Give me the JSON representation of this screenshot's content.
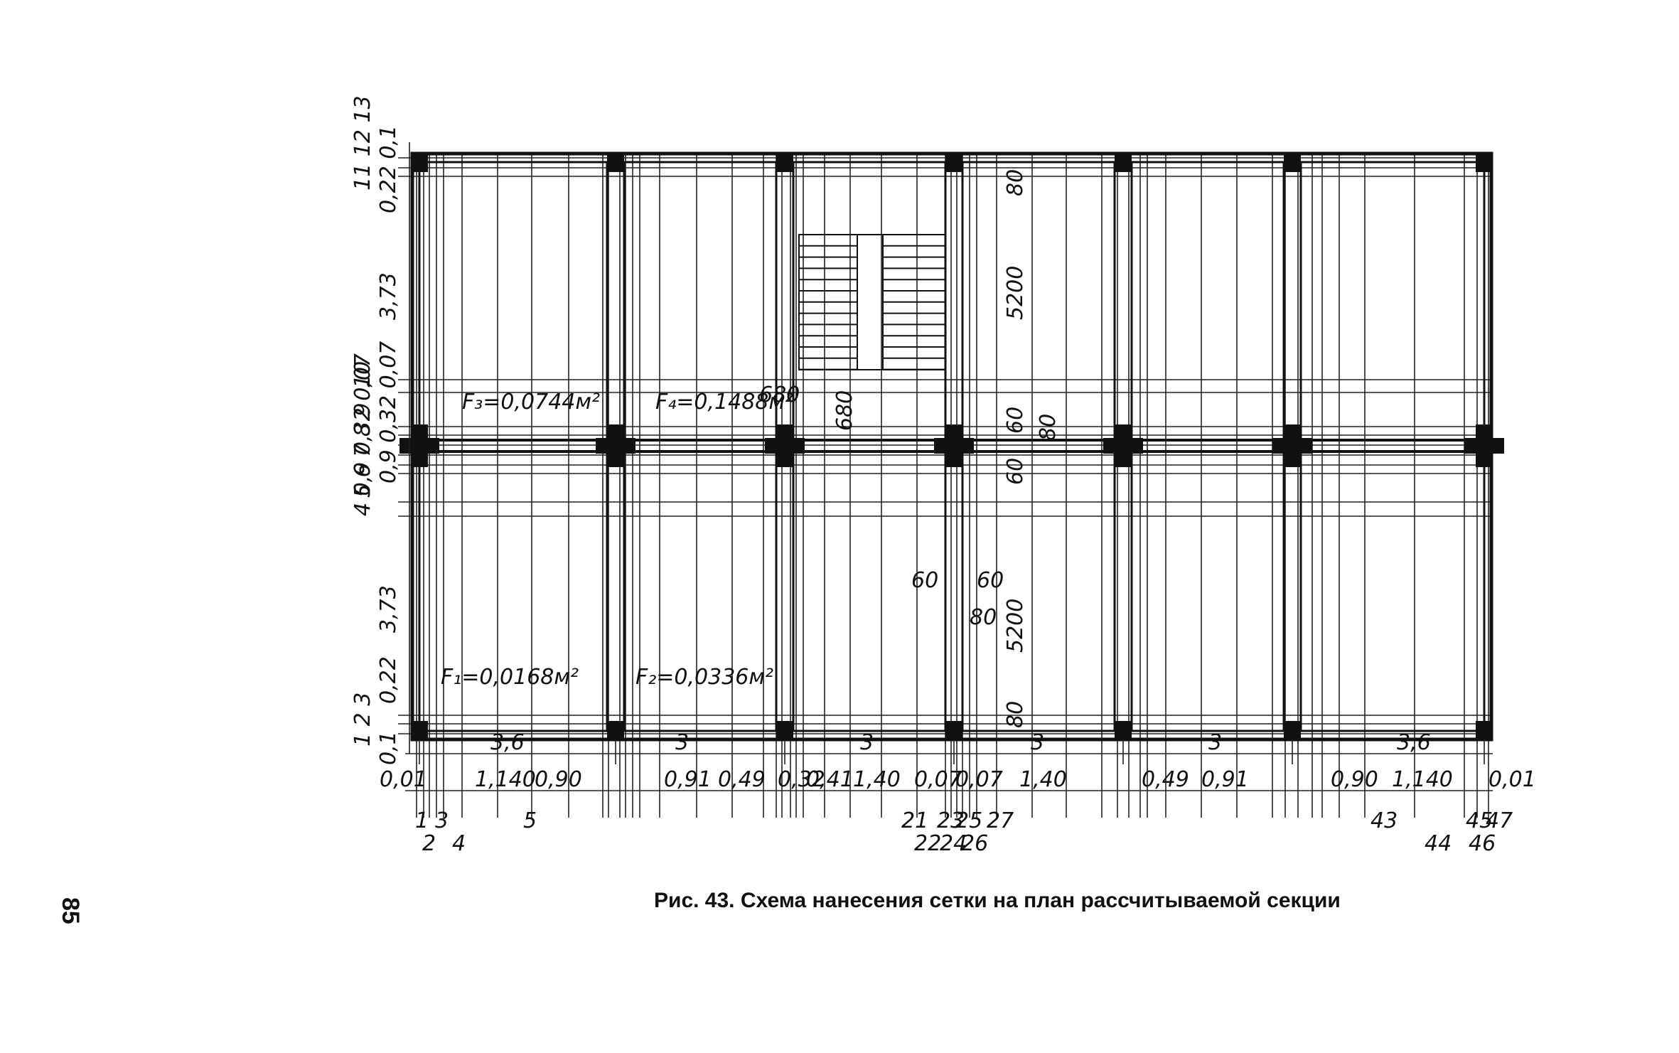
{
  "page_number": "85",
  "caption": "Рис. 43. Схема нанесения сетки на план рассчитываемой секции",
  "area_labels": {
    "f1": "F₁=0,0168м²",
    "f2": "F₂=0,0336м²",
    "f3": "F₃=0,0744м²",
    "f4": "F₄=0,1488м²"
  },
  "plan_dimensions": {
    "top_height": "5200",
    "bottom_height": "5200",
    "top_offset": "80",
    "bottom_offset": "80",
    "column_labels": [
      "60",
      "60",
      "80",
      "60",
      "60",
      "80"
    ],
    "inner_680_a": "680",
    "inner_680_b": "680"
  },
  "left_dimensions": {
    "upper_row_numbers": "11 12 13",
    "upper_small": "0,22  0,1",
    "upper_span": "3,73",
    "mid_number_10": "10",
    "mid_row_numbers": "5 6 7 8 9",
    "mid_small": "0,9 0,32 0,07",
    "mid_lower": "4 0,9 0,32 0,07",
    "lower_span": "3,73",
    "lower_small": "0,22",
    "lower_row_numbers": "1 2 3",
    "lower_edge": "0,1"
  },
  "bottom_spans": [
    "3,6",
    "3",
    "3",
    "3",
    "3",
    "3,6"
  ],
  "bottom_dims": [
    "0,01",
    "1,140",
    "0,90",
    "0,91",
    "0,49",
    "0,32",
    "0,41",
    "1,40",
    "0,07",
    "0,07",
    "1,40",
    "0,49",
    "0,91",
    "0,90",
    "1,140",
    "0,01"
  ],
  "grid_numbers_row1": [
    "1",
    "3",
    "5",
    "21",
    "23",
    "25",
    "27",
    "43",
    "45",
    "47"
  ],
  "grid_numbers_row2": [
    "2",
    "4",
    "22",
    "24",
    "26",
    "44",
    "46"
  ]
}
